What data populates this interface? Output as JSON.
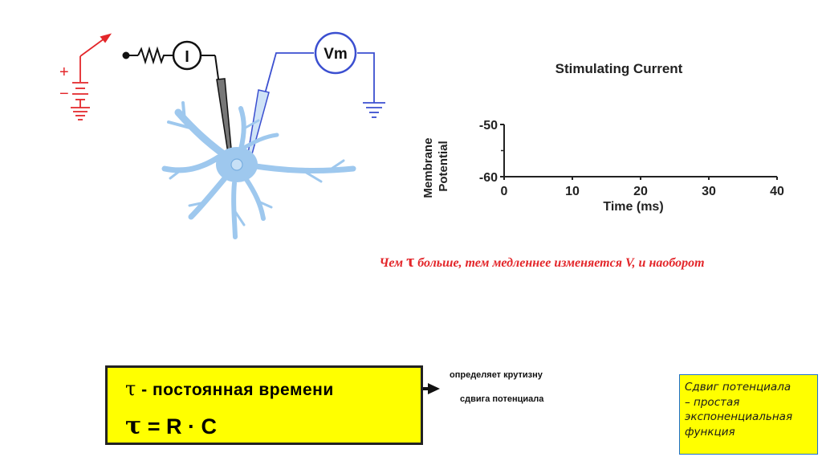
{
  "colors": {
    "red": "#e3262a",
    "blue": "#3b4fd0",
    "neuron": "#9ec8ee",
    "yellow": "#ffff00",
    "black": "#222222"
  },
  "circuit": {
    "plus": "+",
    "minus": "−",
    "current_meter": "I",
    "voltage_meter": "Vm"
  },
  "chart_data": {
    "type": "line",
    "title": "Stimulating Current",
    "xlabel": "Time (ms)",
    "ylabel": "Membrane Potential",
    "ylabel_lines": [
      "Membrane",
      "Potential"
    ],
    "x_ticks": [
      0,
      10,
      20,
      30,
      40
    ],
    "y_ticks": [
      -50,
      -60
    ],
    "xlim": [
      0,
      40
    ],
    "ylim": [
      -60,
      -50
    ],
    "series": []
  },
  "note": {
    "pre": "Чем ",
    "tau": "τ",
    "post": " больше, тем медленнее изменяется V, и наоборот"
  },
  "tau_box": {
    "tau": "τ",
    "dash": " - ",
    "line1_text": "постоянная времени",
    "formula": "= R · C"
  },
  "side_note": {
    "line1": "определяет крутизну",
    "line2": "сдвига потенциала"
  },
  "yellow_note": {
    "lines": [
      "Сдвиг потенциала",
      "– простая",
      "экспоненциальная",
      "функция"
    ]
  }
}
